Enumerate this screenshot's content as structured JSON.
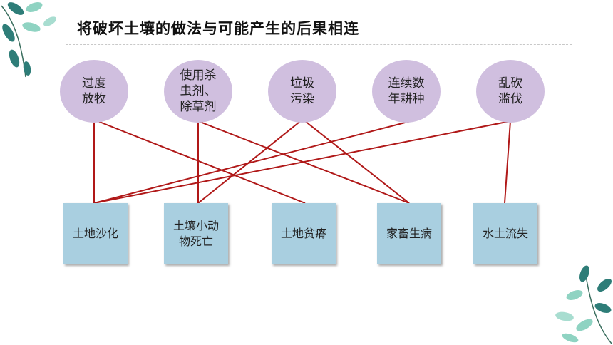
{
  "title": "将破坏土壤的做法与可能产生的后果相连",
  "colors": {
    "circle_fill": "#d0bfdf",
    "box_fill": "#a9cfe0",
    "line": "#b01818",
    "leaf_dark": "#2e7d78",
    "leaf_light": "#8fd3c2"
  },
  "causes": [
    {
      "id": "c1",
      "label": "过度\n放牧"
    },
    {
      "id": "c2",
      "label": "使用杀\n虫剂、\n除草剂"
    },
    {
      "id": "c3",
      "label": "垃圾\n污染"
    },
    {
      "id": "c4",
      "label": "连续数\n年耕种"
    },
    {
      "id": "c5",
      "label": "乱砍\n滥伐"
    }
  ],
  "effects": [
    {
      "id": "e1",
      "label": "土地沙化"
    },
    {
      "id": "e2",
      "label": "土壤小动\n物死亡"
    },
    {
      "id": "e3",
      "label": "土地贫瘠"
    },
    {
      "id": "e4",
      "label": "家畜生病"
    },
    {
      "id": "e5",
      "label": "水土流失"
    }
  ],
  "connections": [
    {
      "from": "c1",
      "to": "e1"
    },
    {
      "from": "c1",
      "to": "e3"
    },
    {
      "from": "c2",
      "to": "e2"
    },
    {
      "from": "c2",
      "to": "e4"
    },
    {
      "from": "c3",
      "to": "e2"
    },
    {
      "from": "c3",
      "to": "e4"
    },
    {
      "from": "c4",
      "to": "e1"
    },
    {
      "from": "c5",
      "to": "e1"
    },
    {
      "from": "c5",
      "to": "e5"
    }
  ]
}
